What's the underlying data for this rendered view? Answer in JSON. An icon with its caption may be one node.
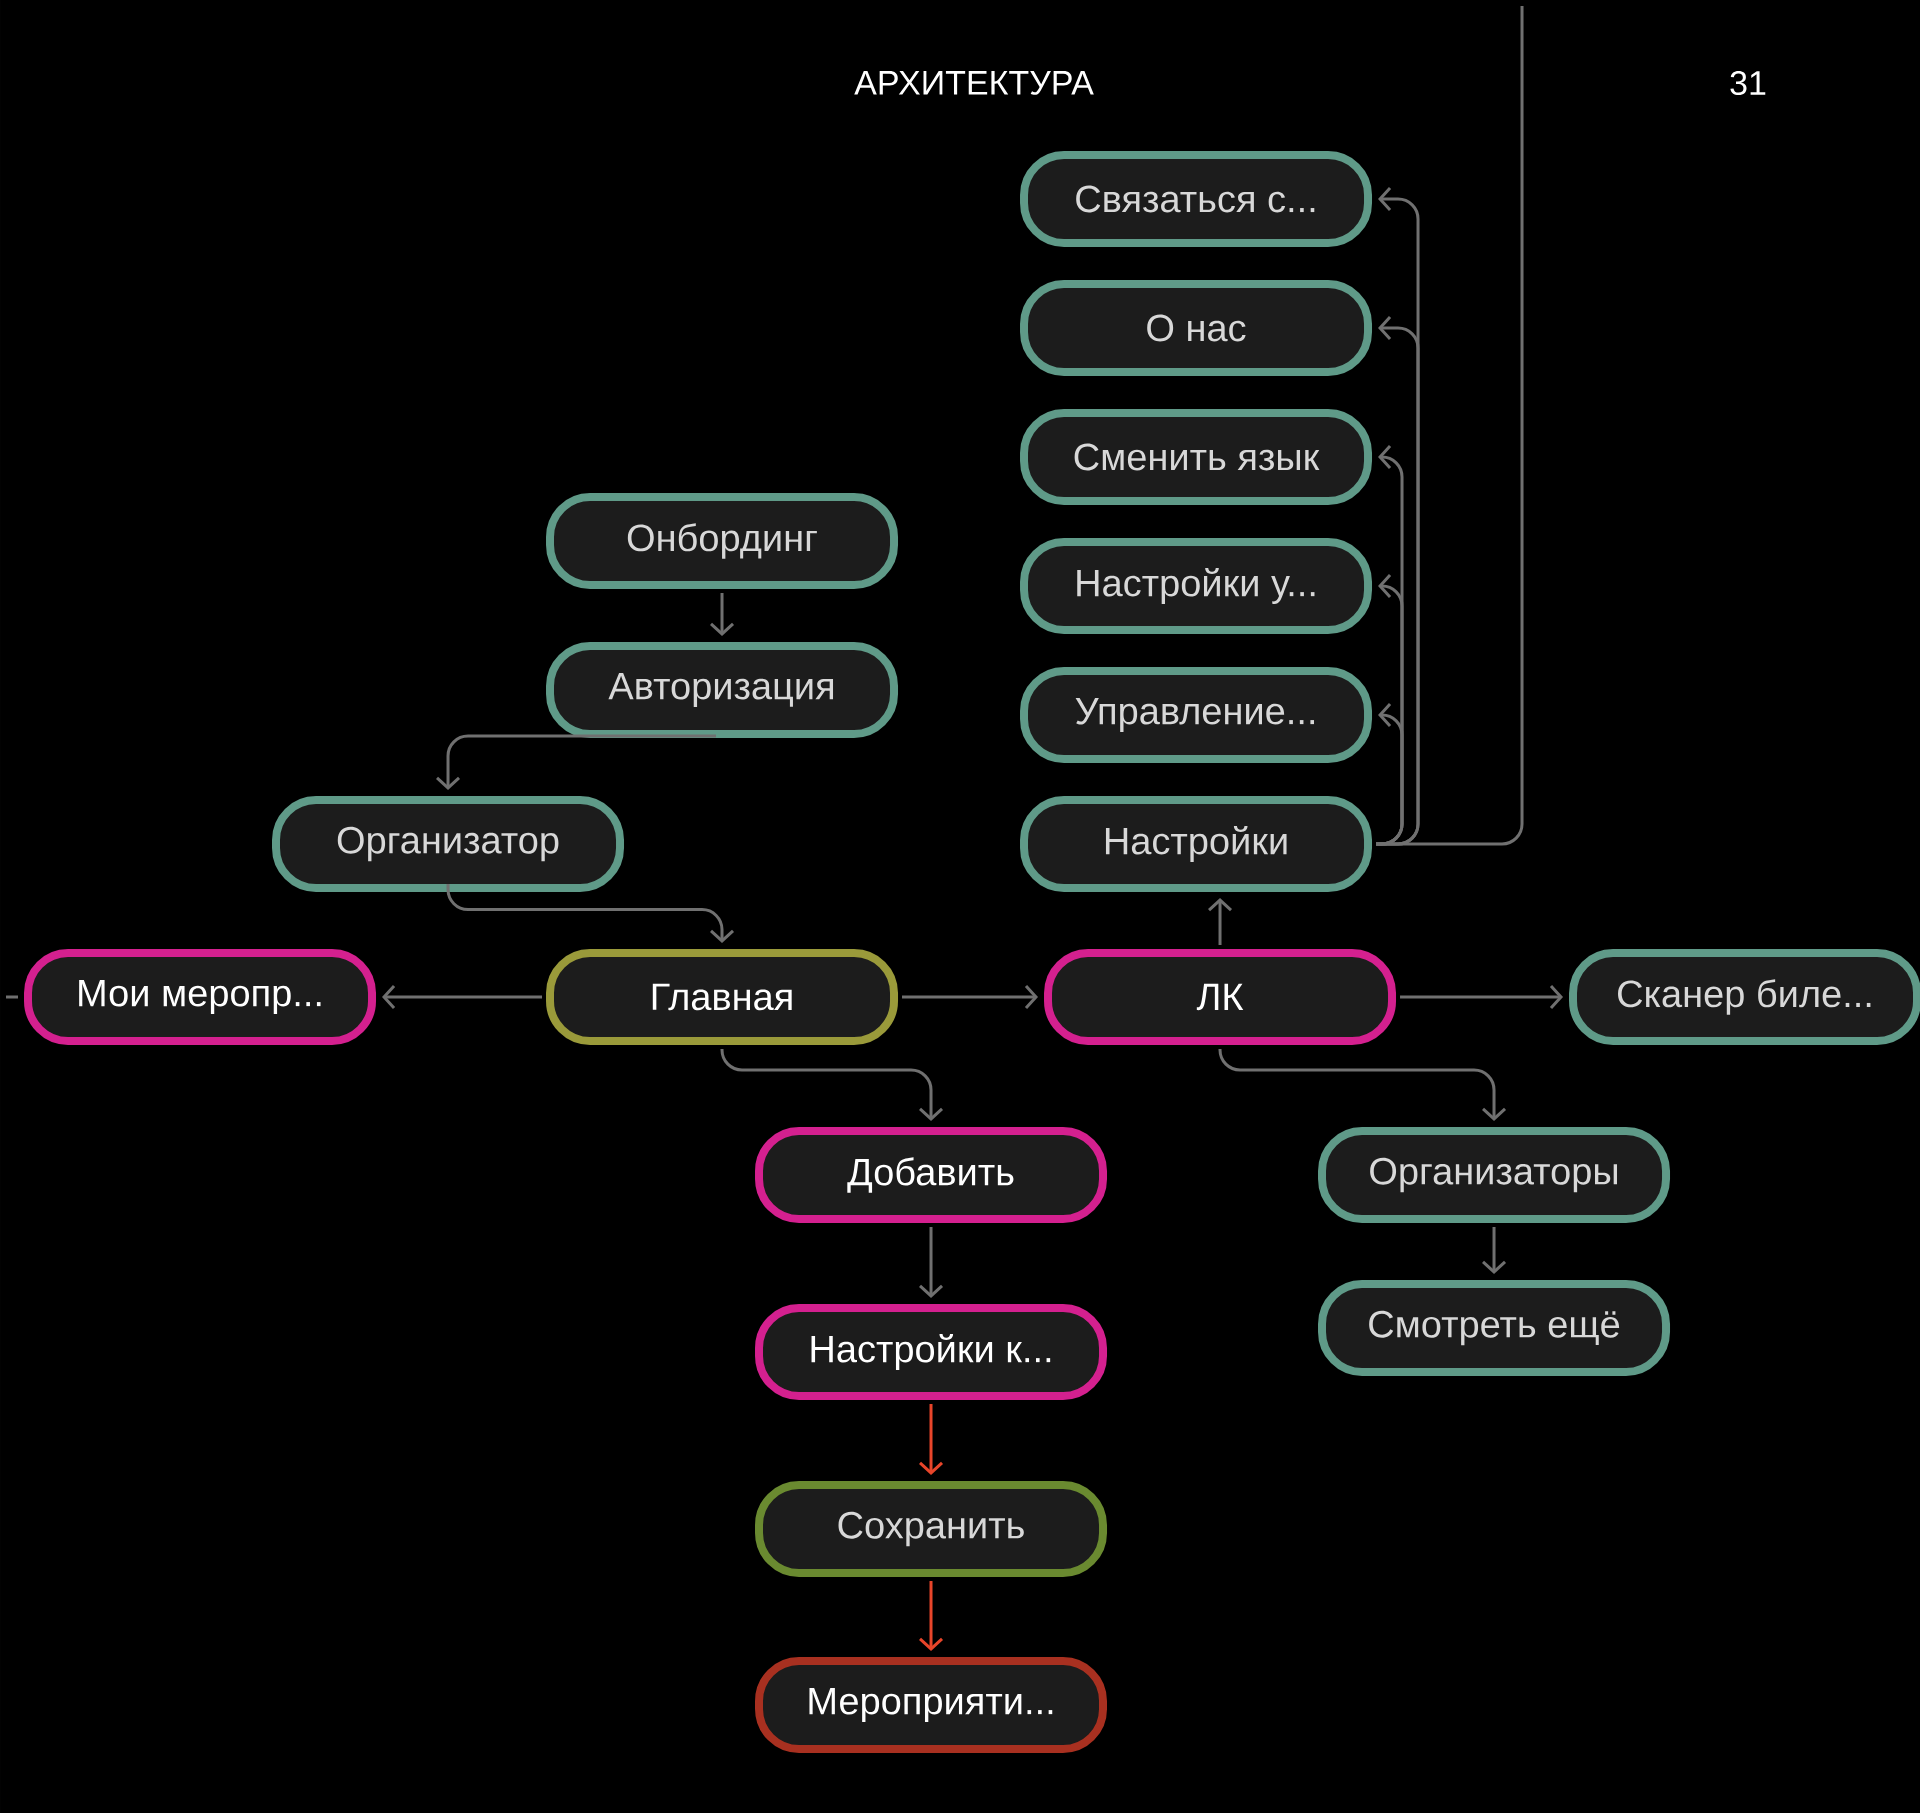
{
  "diagram": {
    "title": "АРХИТЕКТУРА",
    "nodes": [
      {
        "text": [
          "Связаться с..."
        ]
      },
      {
        "text": [
          "О нас"
        ]
      },
      {
        "text": [
          "Сменить язык"
        ]
      },
      {
        "text": [
          "Настройки у..."
        ]
      },
      {
        "text": [
          "Управление..."
        ]
      },
      {
        "text": [
          "Настройки"
        ]
      },
      {
        "text": [
          "Онбординг"
        ]
      },
      {
        "text": [
          "Авторизация"
        ]
      },
      {
        "text": [
          "Организатор"
        ]
      },
      {
        "text": [
          "Мои меропр..."
        ]
      },
      {
        "text": [
          "Главная"
        ]
      },
      {
        "text": [
          "ЛК"
        ]
      },
      {
        "text": [
          "Сканер биле..."
        ]
      },
      {
        "text": [
          "Добавить"
        ]
      },
      {
        "text": [
          "Организаторы"
        ]
      },
      {
        "text": [
          "Настройки к..."
        ]
      },
      {
        "text": [
          "Смотреть ещё"
        ]
      },
      {
        "text": [
          "Сохранить"
        ]
      },
      {
        "text": [
          "Мероприяти..."
        ]
      }
    ],
    "edges": [
      {
        "from": 5,
        "to": 0,
        "arrow": "to"
      },
      {
        "from": 5,
        "to": 1,
        "arrow": "to"
      },
      {
        "from": 5,
        "to": 2,
        "arrow": "to"
      },
      {
        "from": 5,
        "to": 3,
        "arrow": "to"
      },
      {
        "from": 5,
        "to": 4,
        "arrow": "to"
      },
      {
        "from": null,
        "to": 5,
        "arrow": "none"
      },
      {
        "from": 6,
        "to": 7,
        "arrow": "to"
      },
      {
        "from": 7,
        "to": 8,
        "arrow": "to"
      },
      {
        "from": 8,
        "to": 10,
        "arrow": "to"
      },
      {
        "from": null,
        "to": 9,
        "arrow": "none"
      },
      {
        "from": 10,
        "to": 9,
        "arrow": "to"
      },
      {
        "from": 10,
        "to": 11,
        "arrow": "to"
      },
      {
        "from": 11,
        "to": 12,
        "arrow": "to"
      },
      {
        "from": 11,
        "to": 5,
        "arrow": "to"
      },
      {
        "from": 10,
        "to": 13,
        "arrow": "to"
      },
      {
        "from": 11,
        "to": 14,
        "arrow": "to"
      },
      {
        "from": 13,
        "to": 15,
        "arrow": "to"
      },
      {
        "from": 14,
        "to": 16,
        "arrow": "to"
      },
      {
        "from": 15,
        "to": 17,
        "arrow": "to",
        "color": "#e8452a"
      },
      {
        "from": 17,
        "to": 18,
        "arrow": "to",
        "color": "#e8452a"
      }
    ],
    "labels": [
      "31"
    ]
  }
}
